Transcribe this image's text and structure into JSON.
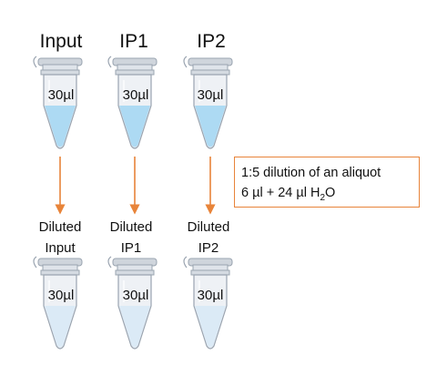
{
  "samples": [
    {
      "name": "Input",
      "diluted_line1": "Diluted",
      "diluted_line2": "Input",
      "volume_top": "30µl",
      "volume_bottom": "30µl"
    },
    {
      "name": "IP1",
      "diluted_line1": "Diluted",
      "diluted_line2": "IP1",
      "volume_top": "30µl",
      "volume_bottom": "30µl"
    },
    {
      "name": "IP2",
      "diluted_line1": "Diluted",
      "diluted_line2": "IP2",
      "volume_top": "30µl",
      "volume_bottom": "30µl"
    }
  ],
  "note": {
    "line1": "1:5 dilution of an aliquot",
    "line2_prefix": "6 µl + 24 µl H",
    "line2_sub": "2",
    "line2_suffix": "O"
  },
  "colors": {
    "arrow": "#e8843a",
    "liquid_concentrated": "#a9d8f2",
    "liquid_diluted": "#dbeaf6",
    "tube_body": "#e9edf2",
    "tube_outline": "#9aa4b0",
    "cap": "#cfd5dc"
  },
  "icons": [
    "microcentrifuge-tube-icon",
    "down-arrow-icon"
  ]
}
